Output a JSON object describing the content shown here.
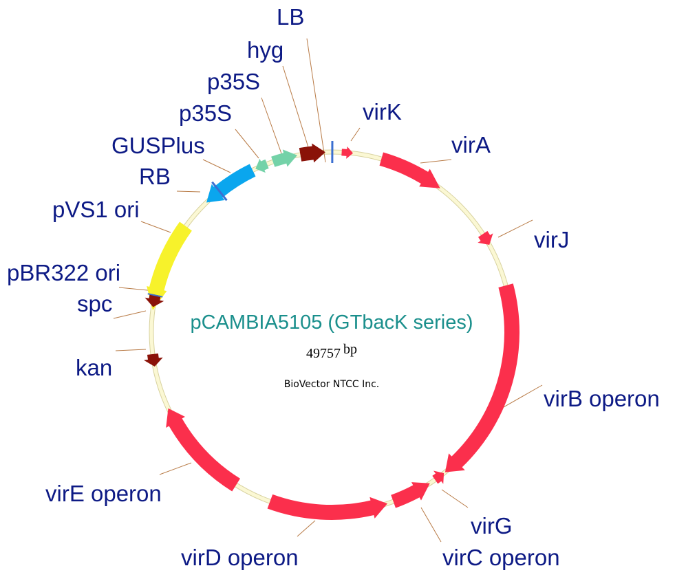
{
  "plasmid": {
    "name": "pCAMBIA5105 (GTbacK series)",
    "size_number": "49757",
    "size_unit": "bp",
    "company": "BioVector NTCC Inc."
  },
  "colors": {
    "backbone": "#fbf8d4",
    "backbone_edge": "#d8d2a0",
    "vir": "#fb2f4c",
    "marker": "#8a1208",
    "promoter": "#74d2a8",
    "gus": "#0aa6ee",
    "ori": "#f7f22b",
    "border": "#3b6fd1",
    "label": "#0d1a85",
    "title": "#1a8f8c",
    "leader": "#b87a45"
  },
  "features": [
    {
      "id": "virK",
      "label": "virK"
    },
    {
      "id": "virA",
      "label": "virA"
    },
    {
      "id": "virJ",
      "label": "virJ"
    },
    {
      "id": "virB",
      "label": "virB operon"
    },
    {
      "id": "virG",
      "label": "virG"
    },
    {
      "id": "virC",
      "label": "virC operon"
    },
    {
      "id": "virD",
      "label": "virD operon"
    },
    {
      "id": "virE",
      "label": "virE operon"
    },
    {
      "id": "kan",
      "label": "kan"
    },
    {
      "id": "spc",
      "label": "spc"
    },
    {
      "id": "pBR322",
      "label": "pBR322 ori"
    },
    {
      "id": "pVS1",
      "label": "pVS1 ori"
    },
    {
      "id": "RB",
      "label": "RB"
    },
    {
      "id": "GUSPlus",
      "label": "GUSPlus"
    },
    {
      "id": "p35S_1",
      "label": "p35S"
    },
    {
      "id": "p35S_2",
      "label": "p35S"
    },
    {
      "id": "hyg",
      "label": "hyg"
    },
    {
      "id": "LB",
      "label": "LB"
    }
  ]
}
